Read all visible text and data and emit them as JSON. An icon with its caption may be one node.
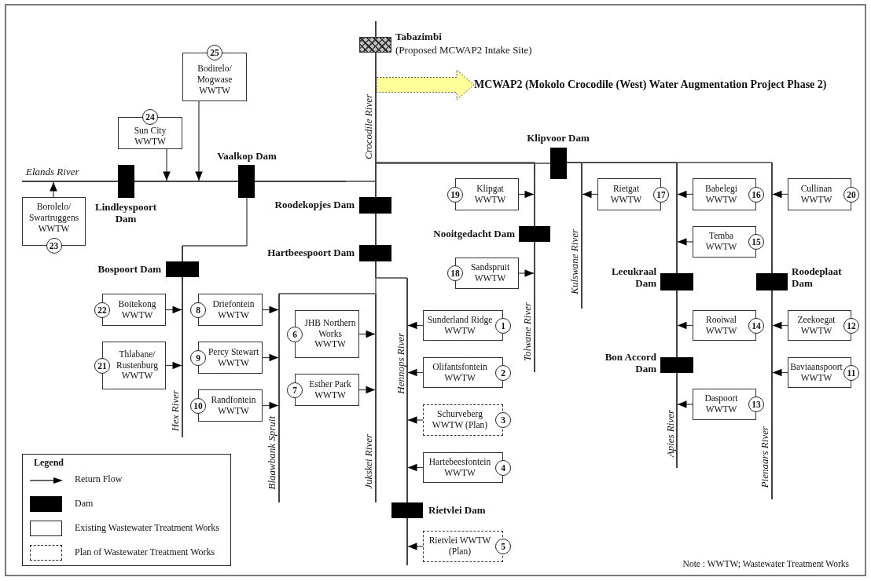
{
  "diagram": {
    "nodes": [
      {
        "text": [],
        "shape": "box",
        "beside": [
          "Tabazimbi",
          "(Proposed MCWAP2 Intake Site)"
        ]
      },
      {
        "text": [
          "MCWAP2 (Mokolo Crocodile (West) Water Augmentation Project Phase 2)"
        ]
      },
      {
        "text": [],
        "shape": "line",
        "beside": [
          "Crocodile River"
        ]
      },
      {
        "text": [
          "25",
          "Bodirelo/ Mogwase WWTW"
        ]
      },
      {
        "text": [
          "24",
          "Sun City WWTW"
        ]
      },
      {
        "text": [],
        "shape": "bar",
        "beside": [
          "Klipvoor Dam"
        ]
      },
      {
        "text": [],
        "shape": "bar",
        "beside": [
          "Vaalkop Dam"
        ]
      },
      {
        "text": [],
        "shape": "line",
        "beside": [
          "Elands River"
        ]
      },
      {
        "text": [],
        "shape": "bar",
        "beside": [
          "Lindleyspoort Dam"
        ]
      },
      {
        "text": [
          "Borolelo/ Swartruggens WWTW",
          "23"
        ]
      },
      {
        "text": [
          "19",
          "Klipgat WWTW"
        ]
      },
      {
        "text": [
          "Rietgat WWTW",
          "17"
        ]
      },
      {
        "text": [
          "Babelegi WWTW",
          "16"
        ]
      },
      {
        "text": [
          "Cullinan WWTW",
          "20"
        ]
      },
      {
        "text": [],
        "shape": "bar",
        "beside": [
          "Roodekopjes Dam"
        ]
      },
      {
        "text": [],
        "shape": "bar",
        "beside": [
          "Nooitgedacht Dam"
        ]
      },
      {
        "text": [
          "Temba WWTW",
          "15"
        ]
      },
      {
        "text": [],
        "shape": "bar",
        "beside": [
          "Hartbeespoort Dam"
        ]
      },
      {
        "text": [],
        "shape": "bar",
        "beside": [
          "Bospoort Dam"
        ]
      },
      {
        "text": [
          "18",
          "Sandspruit WWTW"
        ]
      },
      {
        "text": [],
        "shape": "bar",
        "beside": [
          "Leeukraal Dam"
        ]
      },
      {
        "text": [],
        "shape": "bar",
        "beside": [
          "Roodeplaat Dam"
        ]
      },
      {
        "text": [],
        "shape": "line",
        "beside": [
          "Hex River"
        ]
      },
      {
        "text": [
          "22",
          "Boitekong WWTW"
        ]
      },
      {
        "text": [
          "8",
          "Driefontein WWTW"
        ]
      },
      {
        "text": [
          "6",
          "JHB Northern Works WWTW"
        ]
      },
      {
        "text": [
          "Sunderland Ridge WWTW",
          "1"
        ]
      },
      {
        "text": [
          "Rooiwal WWTW",
          "14"
        ]
      },
      {
        "text": [
          "Zeekoegat WWTW",
          "12"
        ]
      },
      {
        "text": [
          "21",
          "Thlabane/ Rustenburg WWTW"
        ]
      },
      {
        "text": [
          "9",
          "Percy Stewart WWTW"
        ]
      },
      {
        "text": [
          "Olifantsfontein WWTW",
          "2"
        ]
      },
      {
        "text": [],
        "shape": "bar",
        "beside": [
          "Bon Accord Dam"
        ]
      },
      {
        "text": [
          "Baviaanspoort WWTW",
          "11"
        ]
      },
      {
        "text": [
          "7",
          "Esther Park WWTW"
        ]
      },
      {
        "text": [
          "10",
          "Randfontein WWTW"
        ]
      },
      {
        "text": [
          "Daspoort WWTW",
          "13"
        ]
      },
      {
        "text": [
          "Schurveberg WWTW (Plan)",
          "3"
        ]
      },
      {
        "text": [],
        "shape": "line",
        "beside": [
          "Tolwane River"
        ]
      },
      {
        "text": [],
        "shape": "line",
        "beside": [
          "Kulswane River"
        ]
      },
      {
        "text": [],
        "shape": "line",
        "beside": [
          "Hennops River"
        ]
      },
      {
        "text": [
          "Hartebeesfontein WWTW",
          "4"
        ]
      },
      {
        "text": [],
        "shape": "line",
        "beside": [
          "Blaawbank Spruit"
        ]
      },
      {
        "text": [],
        "shape": "line",
        "beside": [
          "Jukskei River"
        ]
      },
      {
        "text": [],
        "shape": "line",
        "beside": [
          "Apies River"
        ]
      },
      {
        "text": [],
        "shape": "line",
        "beside": [
          "Pienaars River"
        ]
      },
      {
        "text": [],
        "shape": "bar",
        "beside": [
          "Rietvlei Dam"
        ]
      },
      {
        "text": [
          "Rietvlei WWTW (Plan)",
          "5"
        ]
      }
    ],
    "edges": [
      {
        "from": 2,
        "to": 1,
        "arrow": "to",
        "style": "thick",
        "color": "#ffff99"
      },
      {
        "from": 3,
        "to": 7,
        "arrow": "to"
      },
      {
        "from": 4,
        "to": 7,
        "arrow": "to"
      },
      {
        "from": 9,
        "to": 7,
        "arrow": "to"
      },
      {
        "from": 7,
        "to": 2,
        "arrow": "none"
      },
      {
        "from": 22,
        "to": 6,
        "arrow": "none"
      },
      {
        "from": 38,
        "to": 2,
        "arrow": "none"
      },
      {
        "from": 39,
        "to": 5,
        "arrow": "none"
      },
      {
        "from": 44,
        "to": 5,
        "arrow": "none"
      },
      {
        "from": 45,
        "to": 5,
        "arrow": "none"
      },
      {
        "from": 5,
        "to": 2,
        "arrow": "none"
      },
      {
        "from": 10,
        "to": 38,
        "arrow": "to"
      },
      {
        "from": 19,
        "to": 38,
        "arrow": "to"
      },
      {
        "from": 11,
        "to": 39,
        "arrow": "to"
      },
      {
        "from": 12,
        "to": 44,
        "arrow": "to"
      },
      {
        "from": 16,
        "to": 44,
        "arrow": "to"
      },
      {
        "from": 27,
        "to": 44,
        "arrow": "to"
      },
      {
        "from": 36,
        "to": 44,
        "arrow": "to"
      },
      {
        "from": 13,
        "to": 45,
        "arrow": "to"
      },
      {
        "from": 28,
        "to": 45,
        "arrow": "to"
      },
      {
        "from": 33,
        "to": 45,
        "arrow": "to"
      },
      {
        "from": 23,
        "to": 22,
        "arrow": "to"
      },
      {
        "from": 29,
        "to": 22,
        "arrow": "to"
      },
      {
        "from": 24,
        "to": 42,
        "arrow": "to"
      },
      {
        "from": 30,
        "to": 42,
        "arrow": "to"
      },
      {
        "from": 35,
        "to": 42,
        "arrow": "to"
      },
      {
        "from": 42,
        "to": 43,
        "arrow": "none"
      },
      {
        "from": 25,
        "to": 43,
        "arrow": "to"
      },
      {
        "from": 34,
        "to": 43,
        "arrow": "to"
      },
      {
        "from": 43,
        "to": 2,
        "arrow": "none"
      },
      {
        "from": 40,
        "to": 2,
        "arrow": "none"
      },
      {
        "from": 26,
        "to": 40,
        "arrow": "to"
      },
      {
        "from": 31,
        "to": 40,
        "arrow": "to"
      },
      {
        "from": 37,
        "to": 40,
        "arrow": "to"
      },
      {
        "from": 41,
        "to": 40,
        "arrow": "to"
      },
      {
        "from": 47,
        "to": 40,
        "arrow": "to"
      }
    ],
    "labels": [
      "Legend",
      "Note : WWTW; Wastewater Treatment Works"
    ],
    "legend": [
      {
        "text": "Return Flow"
      },
      {
        "text": "Dam",
        "color": "#000000"
      },
      {
        "text": "Existing Wastewater Treatment Works"
      },
      {
        "text": "Plan of Wastewater Treatment Works"
      }
    ]
  }
}
